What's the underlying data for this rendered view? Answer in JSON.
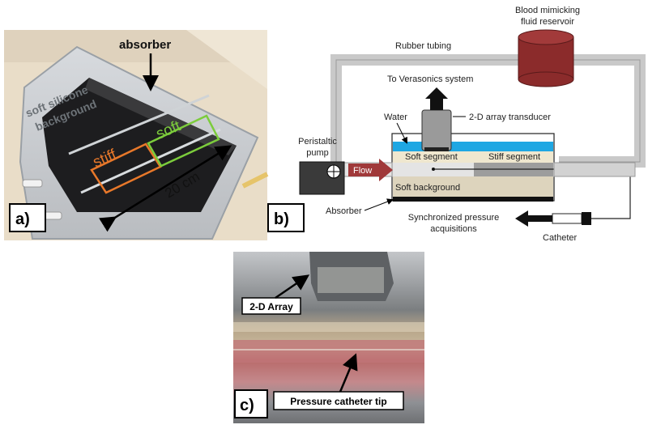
{
  "panel_a": {
    "tag": "a)",
    "absorber": "absorber",
    "background_line1": "soft silicone",
    "background_line2": "background",
    "soft": "soft",
    "stiff": "stiff",
    "length": "20 cm"
  },
  "panel_b": {
    "tag": "b)",
    "reservoir_line1": "Blood mimicking",
    "reservoir_line2": "fluid reservoir",
    "rubber_tubing": "Rubber tubing",
    "verasonics": "To Verasonics system",
    "water": "Water",
    "transducer": "2-D array transducer",
    "pump_line1": "Peristaltic",
    "pump_line2": "pump",
    "flow": "Flow",
    "soft_segment": "Soft segment",
    "stiff_segment": "Stiff segment",
    "soft_background": "Soft background",
    "absorber": "Absorber",
    "pressure_line1": "Synchronized pressure",
    "pressure_line2": "acquisitions",
    "catheter": "Catheter"
  },
  "panel_c": {
    "tag": "c)",
    "array": "2-D Array",
    "catheter_tip": "Pressure catheter tip"
  },
  "colors": {
    "reservoir": "#8b2b2b",
    "water": "#1ea7e3",
    "flow_arrow": "#a0393a",
    "soft_box": "#7ccc3c",
    "stiff_box": "#e8782a",
    "tubing": "#c9c9c9"
  }
}
